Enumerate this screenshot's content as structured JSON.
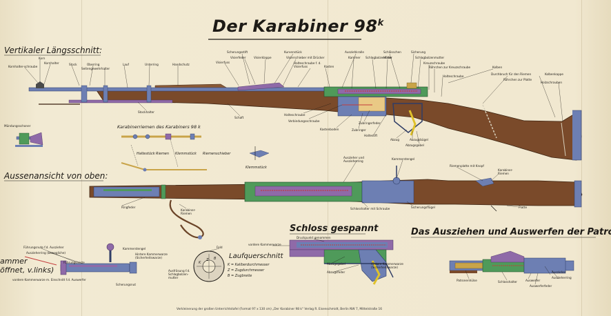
{
  "title": {
    "main": "Der Karabiner 98",
    "sup": "k"
  },
  "sections": {
    "longitudinal": "Vertikaler Längsschnitt:",
    "top_view": "Aussenansicht von oben:",
    "bolt_cocked": "Schloss gespannt",
    "extraction": "Das Ausziehen und Auswerfen der Patronenhülse:",
    "barrel_cross_section": "Laufquerschnitt",
    "sling_title": "Karabinerriemen des Karabiners 98 k",
    "bolt_partial": "ammer",
    "bolt_partial2": "öffnet, v.links)"
  },
  "longitudinal_labels": [
    "Kornhalter-schraube",
    "Korn",
    "Kornhalter",
    "Stock",
    "Oberring",
    "Seitengewehrhalter",
    "Lauf",
    "Unterring",
    "Handschutz",
    "Visierfuss",
    "Scherungsstift",
    "Visierfeder",
    "Visierklappe",
    "Kurvenstück",
    "Visierschieber mit Drücker",
    "Halteschraube f. d. Visierfuss",
    "Kasten",
    "Ausziehkralle",
    "Kammer",
    "Schlagbolzenfeder",
    "Schlösschen",
    "Hülse",
    "Sicherung",
    "Schlagbolzenmutter",
    "Kreuzschraube",
    "Röhrchen zur Kreuzschraube",
    "Kolben",
    "Durchbruch für den Riemen",
    "Röhrchen zur Platte",
    "Kolbenkappe",
    "Holzschrauben",
    "Halteschraube",
    "Stockhalter",
    "Schaft",
    "Halteschraube",
    "Verbindungsschraube",
    "Kastenboden",
    "Zubringerfeder",
    "Zubringer",
    "Haltestift",
    "Abzug",
    "Abzugsbügel",
    "Abzugsgabel"
  ],
  "sling_labels": [
    "Haltestück",
    "Riemen",
    "Klemmstück",
    "Riemenschieber",
    "Klemmstück"
  ],
  "muzzle_cap": "Mündungsschoner",
  "top_labels": [
    "Ringfeder",
    "Karabiner-Riemen",
    "Auszieher und Auszieherring",
    "Kammerstengel",
    "Schlosshalter mit Schraube",
    "Sicherungsflügel",
    "Riemenplatte mit Knopf",
    "Karabiner-Riemen",
    "Platte"
  ],
  "bolt_labels": [
    "Führungsnute f.d. Auszieher",
    "Führungsleiste",
    "Kammerstengel",
    "Hintere Kammerwarze (Sicherheitswarze)",
    "vordere Kammerwarze m. Einschnitt f.d. Auswerfer",
    "Scherungsnut",
    "Ausfräsung f.d. Schlagbolzen-mutter",
    "Auszieherring (bewegliche)"
  ],
  "cross_section": {
    "field_label": "Feld",
    "legend": [
      "K = Kaliberdurchmesser",
      "Z = Zugdurchmesser",
      "B = Zugbreite"
    ],
    "marks": [
      "K",
      "Z",
      "B"
    ]
  },
  "cocked_labels": [
    "vordere Kammerwarze",
    "Druckpunkt genommen",
    "Abzugsgabel",
    "Abzugsfeder",
    "Hintere Kammerwarze (Sicherheitswarze)"
  ],
  "extraction_labels": [
    "Auszieher",
    "Auszieherring",
    "Patronenhülse",
    "Schlosshalter",
    "Auswerfer",
    "Auswerferfeder"
  ],
  "footer": "Verkleinerung der großen Unterrichtstafel (Format 97 x 130 cm) „Der Karabiner 98 k“     Verlag R. Eisenschmidt, Berlin NW 7, Mittelstraße 16",
  "colors": {
    "wood": "#7a4a2a",
    "metal_blue": "#6d7fb3",
    "metal_purple": "#8f6aa8",
    "green": "#4f9a5a",
    "brass": "#c9a449",
    "red": "#c43b3b",
    "yellow": "#e0c22a",
    "paper": "#efe6cd"
  }
}
